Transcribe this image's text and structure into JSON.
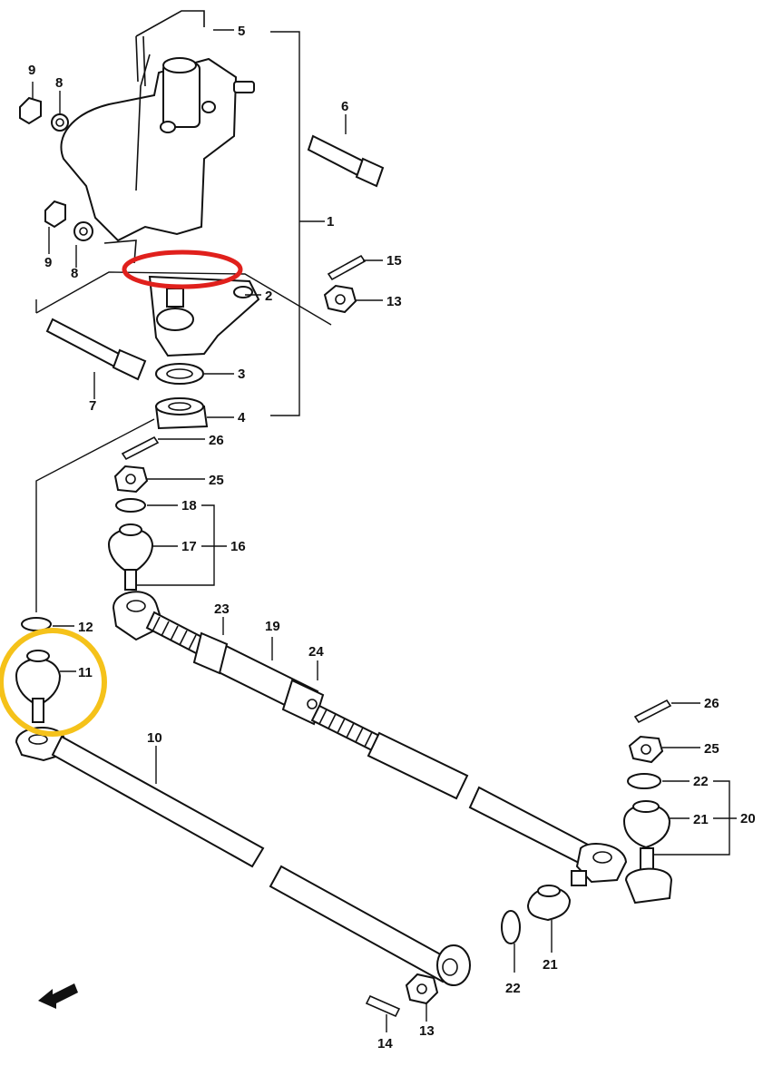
{
  "diagram": {
    "callouts": {
      "c1": "1",
      "c2": "2",
      "c3": "3",
      "c4": "4",
      "c5": "5",
      "c6": "6",
      "c7": "7",
      "c8a": "8",
      "c8b": "8",
      "c9a": "9",
      "c9b": "9",
      "c10": "10",
      "c11": "11",
      "c12": "12",
      "c13a": "13",
      "c13b": "13",
      "c14": "14",
      "c15": "15",
      "c16": "16",
      "c17": "17",
      "c18": "18",
      "c19": "19",
      "c20": "20",
      "c21a": "21",
      "c21b": "21",
      "c22a": "22",
      "c22b": "22",
      "c23": "23",
      "c24": "24",
      "c25a": "25",
      "c25b": "25",
      "c26a": "26",
      "c26b": "26"
    },
    "highlights": {
      "red": "#e0201c",
      "yellow": "#f5c21a"
    }
  }
}
